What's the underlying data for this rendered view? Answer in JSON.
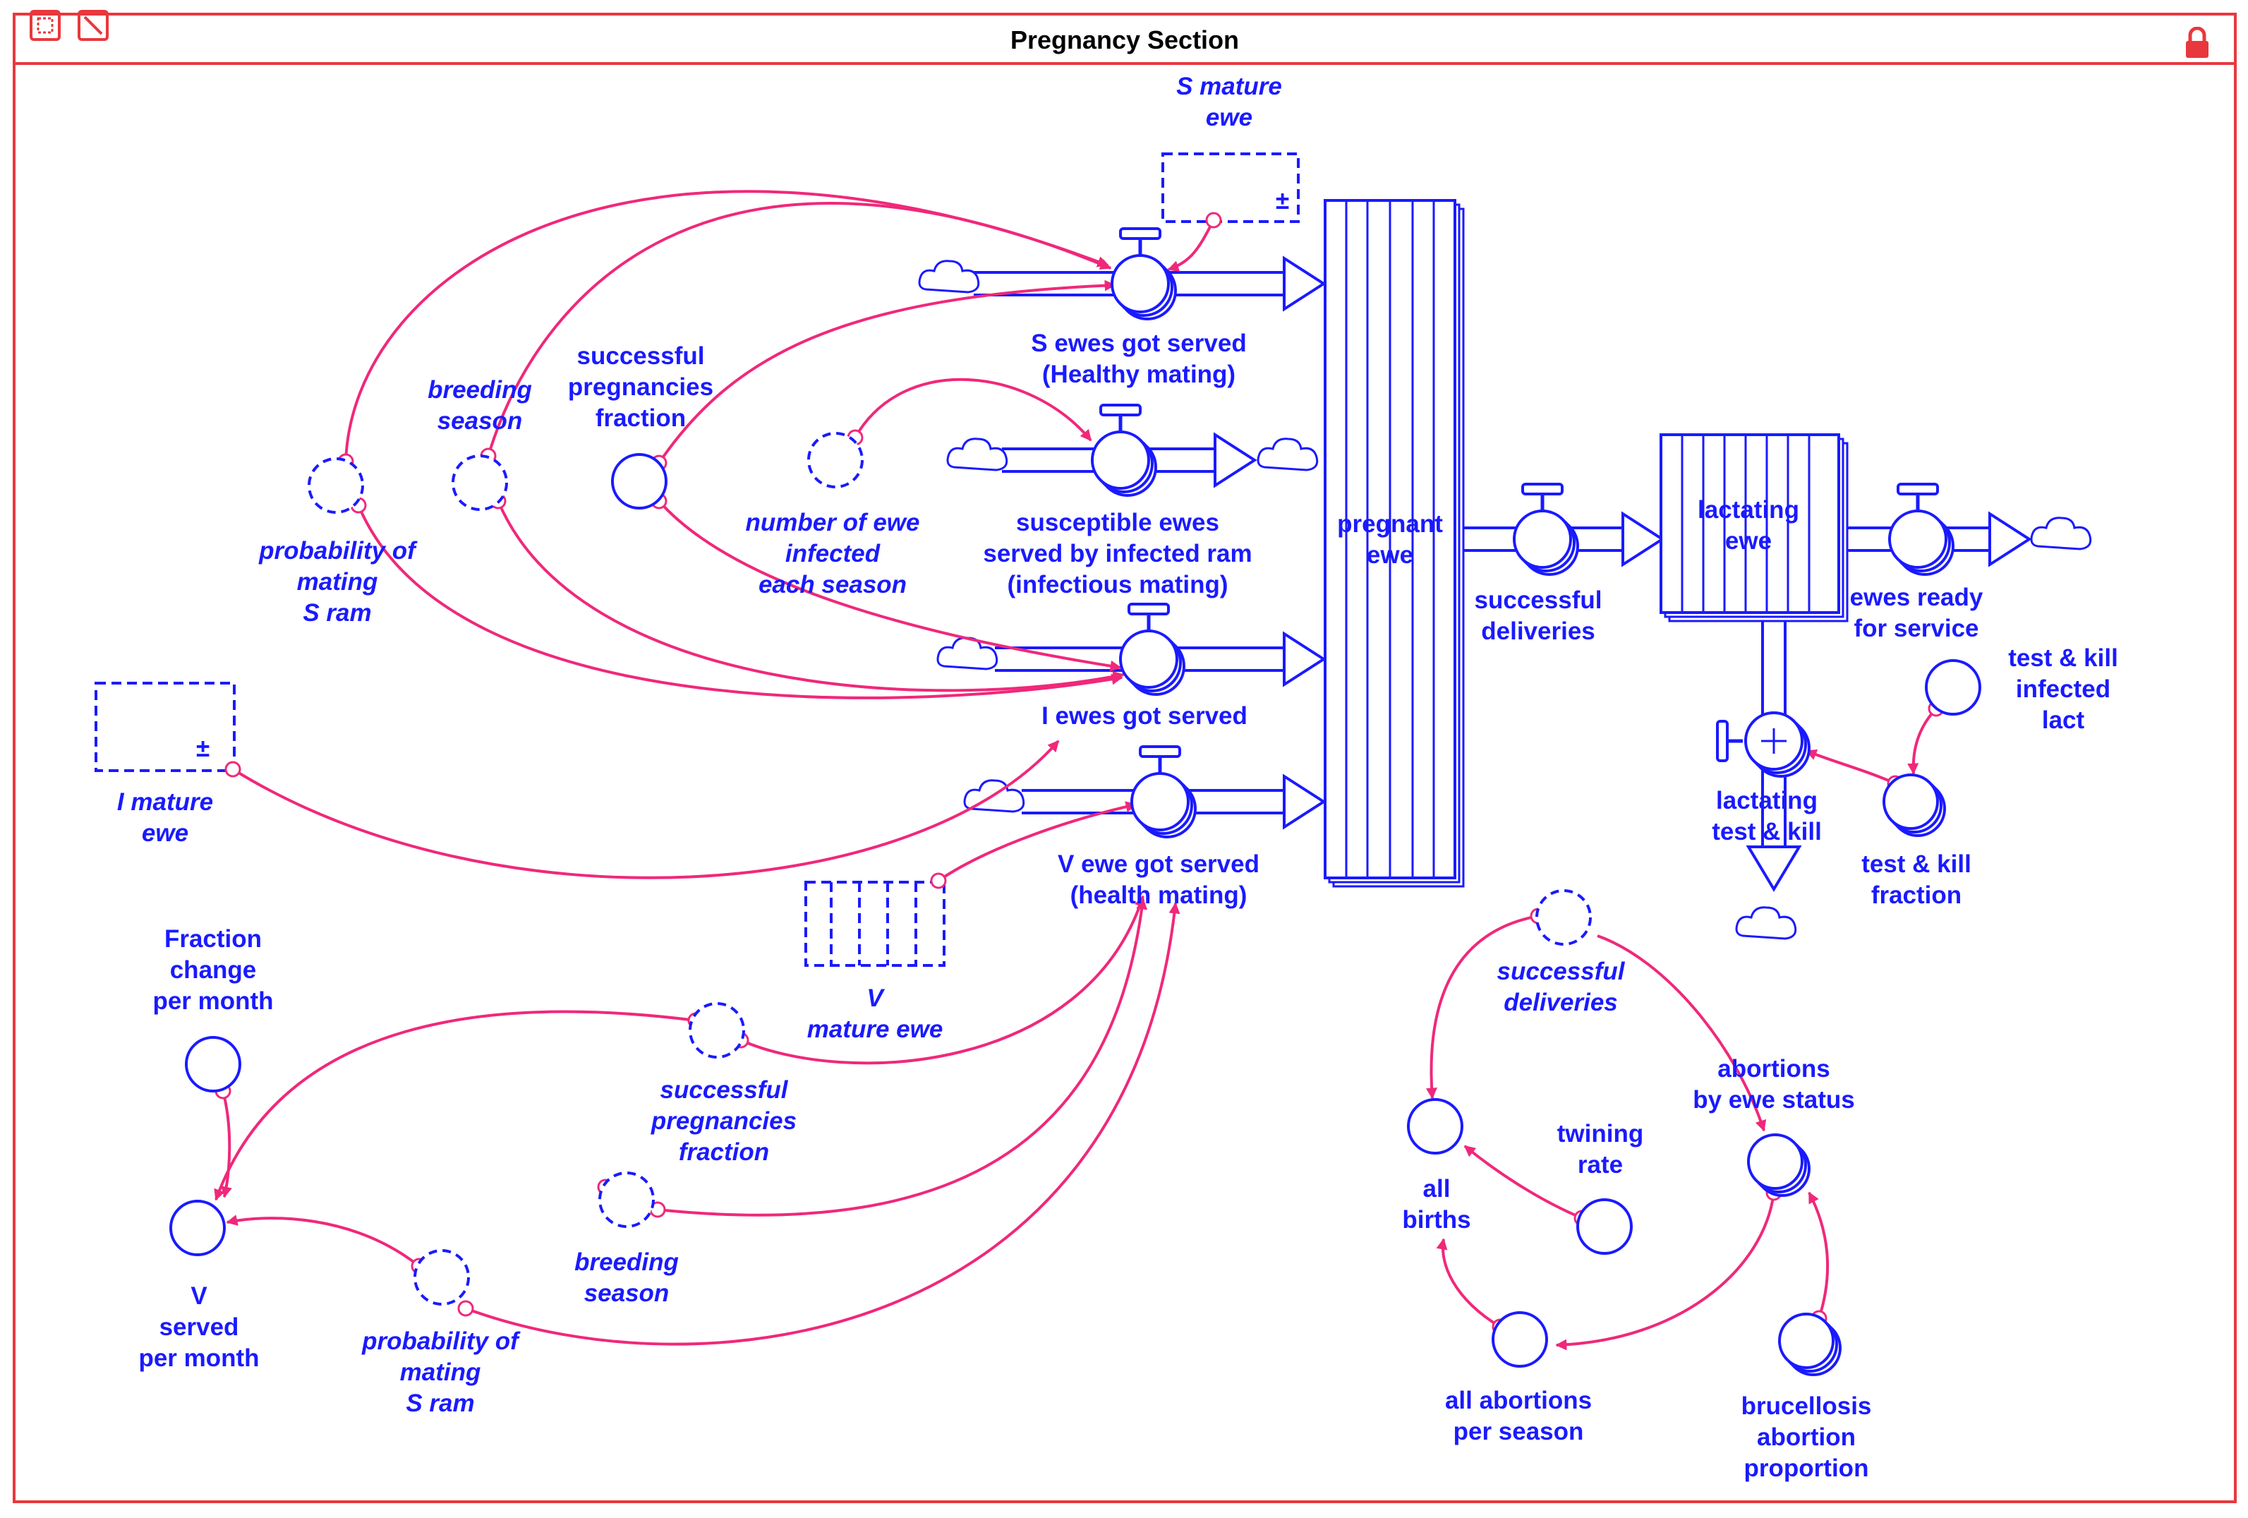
{
  "window": {
    "title": "Pregnancy Section"
  },
  "toolbar": {
    "icons": [
      "select-rect-icon",
      "hide-icon",
      "lock-icon"
    ]
  },
  "colors": {
    "frame": "#e8383d",
    "node": "#1a1aff",
    "link": "#f0287a"
  },
  "labels": {
    "s_mature_ewe": [
      "S mature",
      "ewe"
    ],
    "s_ewes_got_served": [
      "S ewes got served",
      "(Healthy mating)"
    ],
    "breeding_season_top": [
      "breeding",
      "season"
    ],
    "successful_pregnancies_fraction_top": [
      "successful",
      "pregnancies",
      "fraction"
    ],
    "probability_of_mating_top": [
      "probability of",
      "mating",
      "S ram"
    ],
    "number_of_ewe_infected": [
      "number of ewe",
      "infected",
      "each season"
    ],
    "susceptible_ewes_served": [
      "susceptible ewes",
      "served by infected ram",
      "(infectious mating)"
    ],
    "pregnant_ewe": [
      "pregnant",
      "ewe"
    ],
    "successful_deliveries_flow": [
      "successful",
      "deliveries"
    ],
    "lactating_ewe": [
      "lactating",
      "ewe"
    ],
    "ewes_ready_for_service": [
      "ewes ready",
      "for service"
    ],
    "i_ewes_got_served": [
      "I ewes got served"
    ],
    "i_mature_ewe": [
      "I mature",
      "ewe"
    ],
    "test_kill_infected_lact": [
      "test & kill",
      "infected",
      "lact"
    ],
    "lactating_test_kill": [
      "lactating",
      "test & kill"
    ],
    "test_kill_fraction": [
      "test & kill",
      "fraction"
    ],
    "v_ewe_got_served": [
      "V ewe got served",
      "(health mating)"
    ],
    "v_mature_ewe": [
      "V",
      "mature ewe"
    ],
    "fraction_change_per_month": [
      "Fraction",
      "change",
      "per month"
    ],
    "successful_pregnancies_fraction_bottom": [
      "successful",
      "pregnancies",
      "fraction"
    ],
    "breeding_season_bottom": [
      "breeding",
      "season"
    ],
    "probability_of_mating_bottom": [
      "probability of",
      "mating",
      "S ram"
    ],
    "v_served_per_month": [
      "V",
      "served",
      "per month"
    ],
    "successful_deliveries_ghost": [
      "successful",
      "deliveries"
    ],
    "abortions_by_ewe_status": [
      "abortions",
      "by ewe status"
    ],
    "all_births": [
      "all",
      "births"
    ],
    "twining_rate": [
      "twining",
      "rate"
    ],
    "all_abortions_per_season": [
      "all abortions",
      "per season"
    ],
    "brucellosis_abortion_proportion": [
      "brucellosis",
      "abortion",
      "proportion"
    ]
  }
}
